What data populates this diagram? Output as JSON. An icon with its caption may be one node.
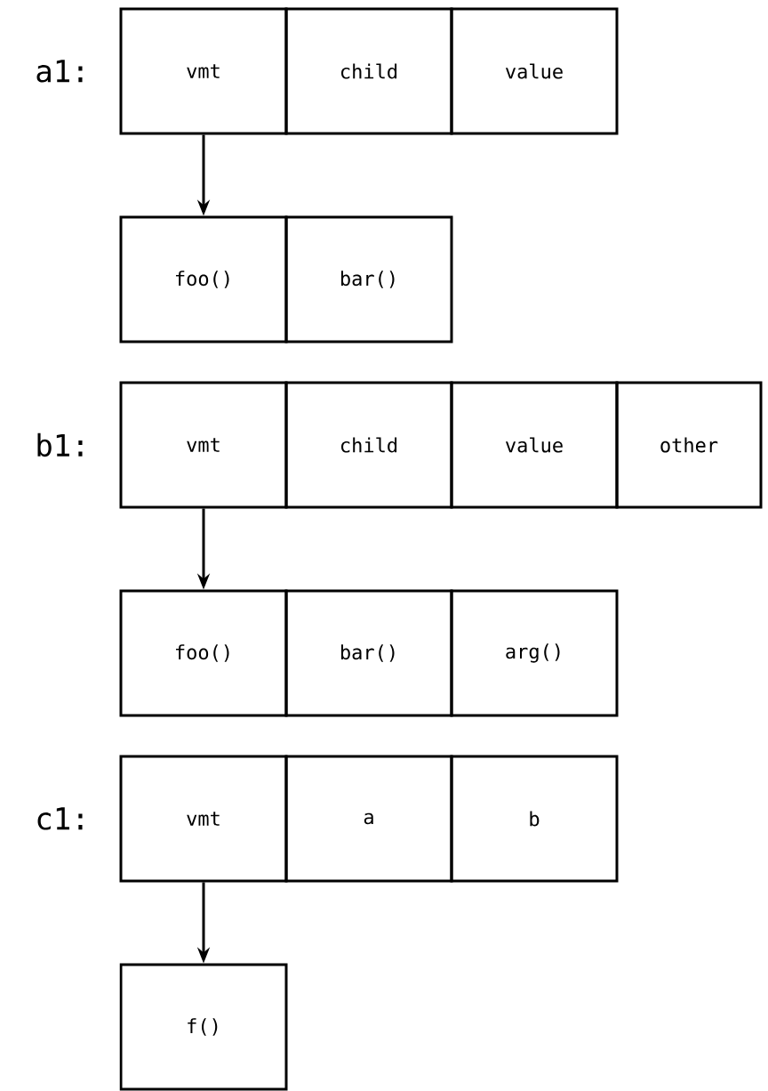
{
  "diagram": {
    "nodes": [
      {
        "text": [
          "vmt"
        ]
      },
      {
        "text": [
          "child"
        ]
      },
      {
        "text": [
          "value"
        ]
      },
      {
        "text": [
          "foo()"
        ]
      },
      {
        "text": [
          "bar()"
        ]
      },
      {
        "text": [
          "vmt"
        ]
      },
      {
        "text": [
          "child"
        ]
      },
      {
        "text": [
          "value"
        ]
      },
      {
        "text": [
          "other"
        ]
      },
      {
        "text": [
          "foo()"
        ]
      },
      {
        "text": [
          "bar()"
        ]
      },
      {
        "text": [
          "arg()"
        ]
      },
      {
        "text": [
          "vmt"
        ]
      },
      {
        "text": [
          "a"
        ]
      },
      {
        "text": [
          "b"
        ]
      },
      {
        "text": [
          "f()"
        ]
      }
    ],
    "edges": [
      {
        "from": 0,
        "to": 3,
        "arrow": "to"
      },
      {
        "from": 5,
        "to": 9,
        "arrow": "to"
      },
      {
        "from": 12,
        "to": 15,
        "arrow": "to"
      }
    ],
    "labels": [
      "a1:",
      "b1:",
      "c1:"
    ]
  }
}
